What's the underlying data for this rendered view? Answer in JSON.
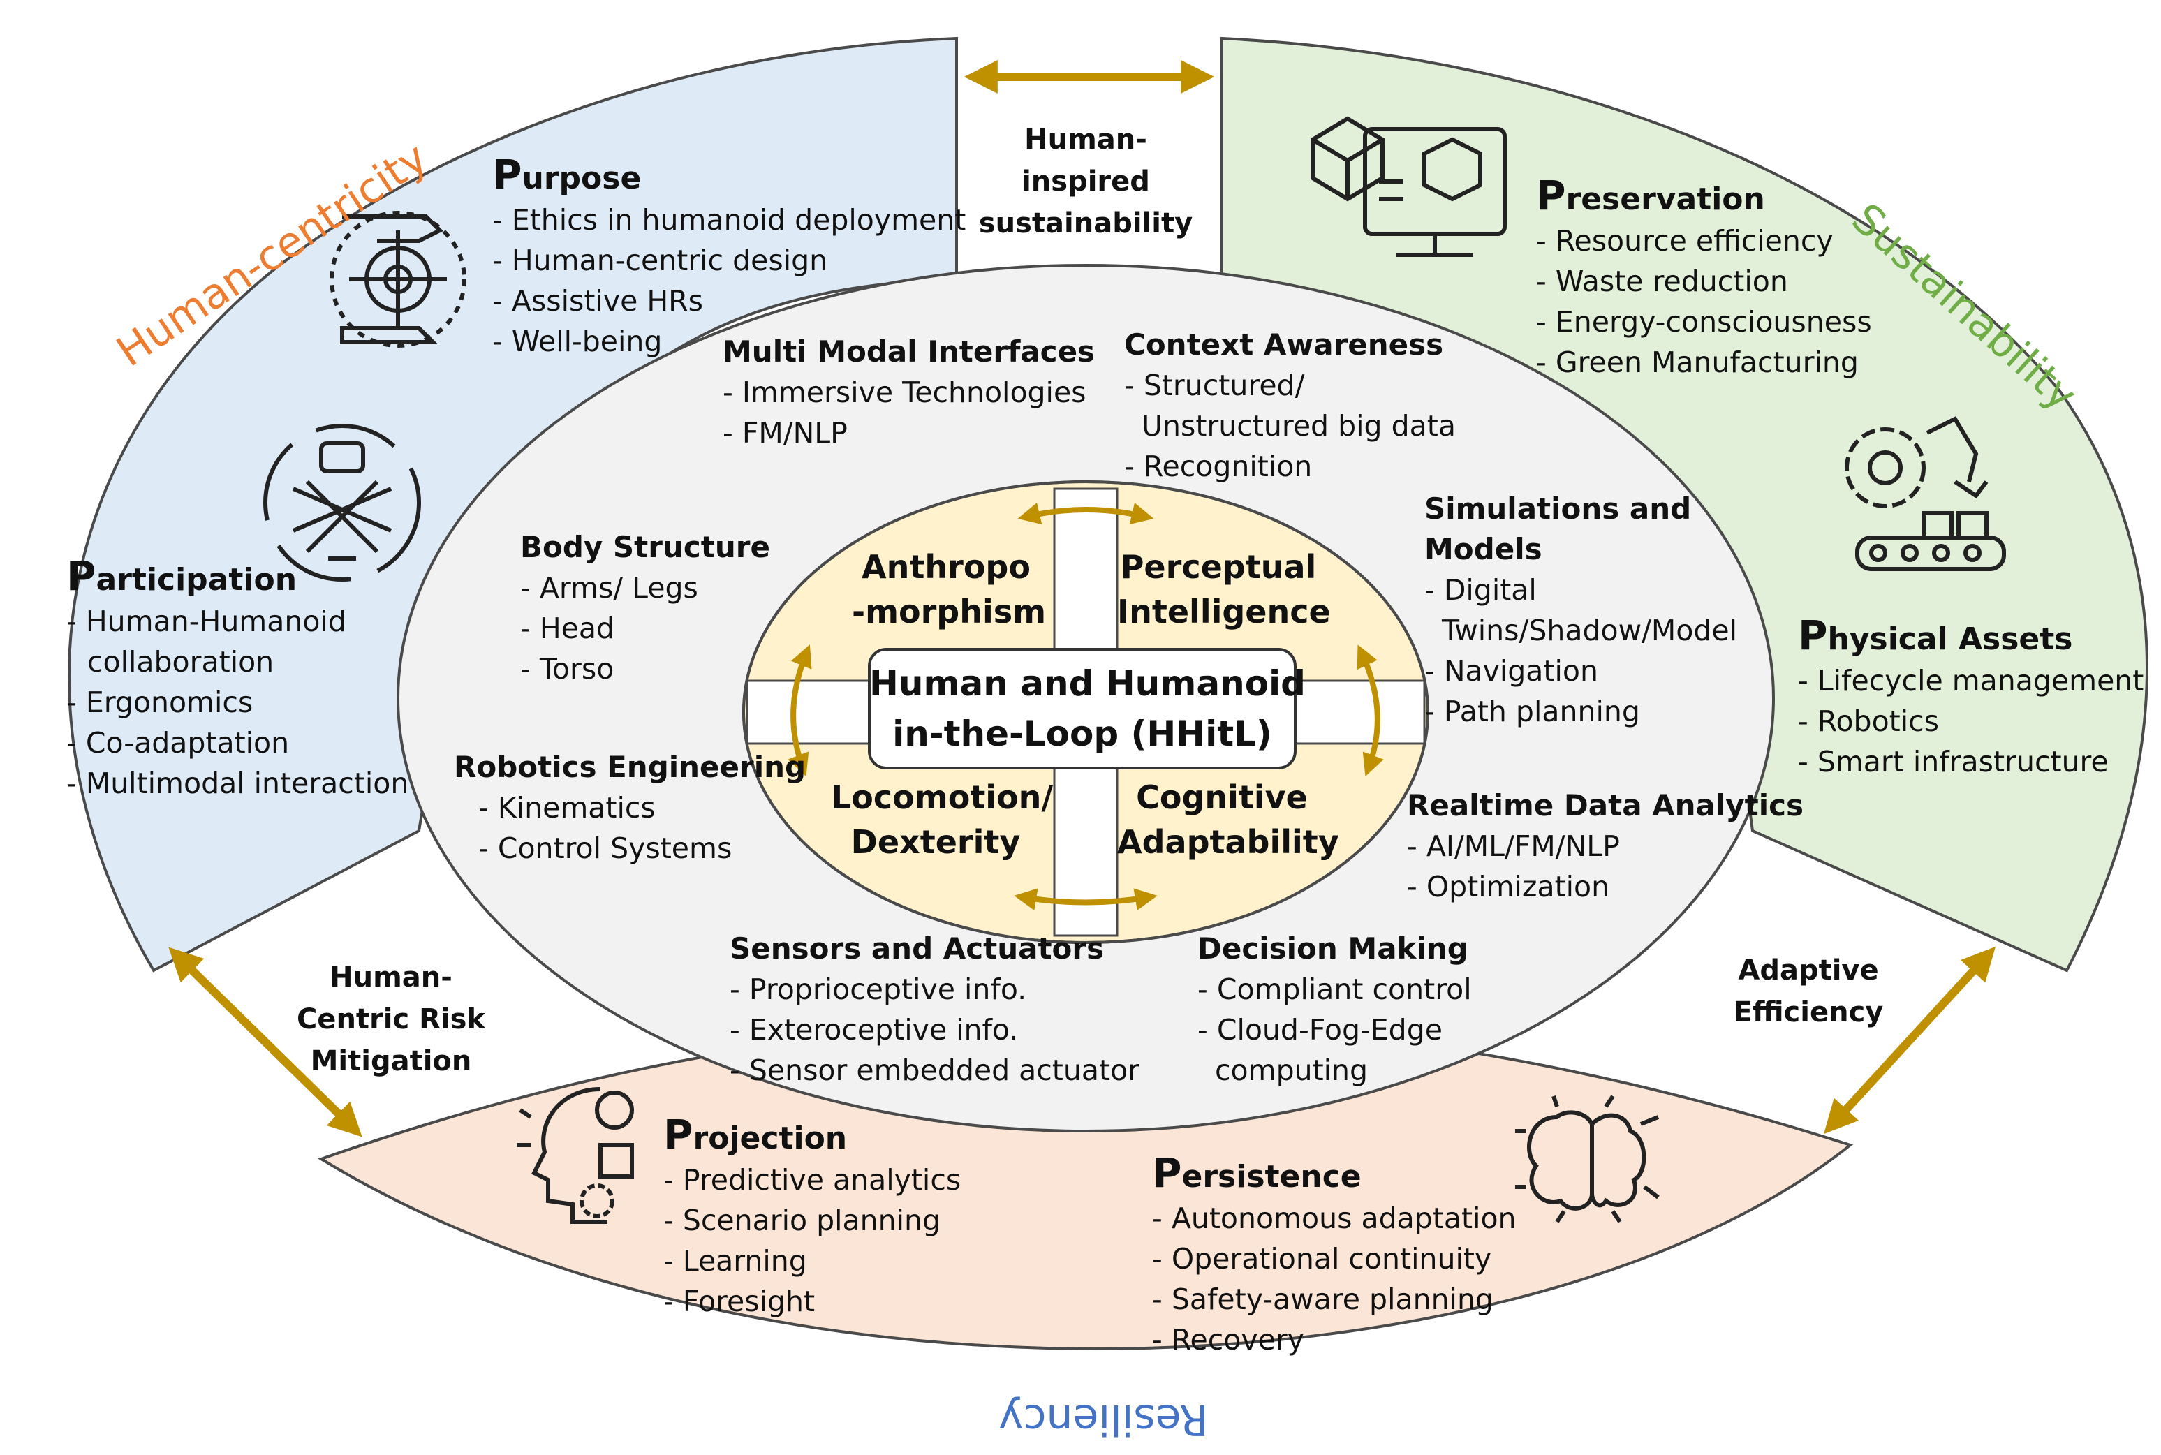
{
  "pillars": {
    "human_centricity": {
      "label": "Human-centricity",
      "color": "#ED7D31"
    },
    "sustainability": {
      "label": "Sustainability",
      "color": "#70AD47"
    },
    "resiliency": {
      "label": "Resiliency",
      "color": "#4472C4"
    }
  },
  "connectors": {
    "top": "Human-inspired sustainability",
    "left": "Human-Centric Risk Mitigation",
    "right": "Adaptive Efficiency"
  },
  "p_sections": {
    "purpose": {
      "initial": "P",
      "rest": "urpose",
      "items": [
        "- Ethics in humanoid deployment",
        "- Human-centric design",
        "- Assistive HRs",
        "- Well-being"
      ]
    },
    "participation": {
      "initial": "P",
      "rest": "articipation",
      "items": [
        "- Human-Humanoid",
        "collaboration",
        "- Ergonomics",
        "- Co-adaptation",
        "- Multimodal interaction"
      ]
    },
    "preservation": {
      "initial": "P",
      "rest": "reservation",
      "items": [
        "- Resource efficiency",
        "- Waste reduction",
        "- Energy-consciousness",
        "- Green Manufacturing"
      ]
    },
    "physical_assets": {
      "initial": "P",
      "rest": "hysical Assets",
      "items": [
        "- Lifecycle management",
        "- Robotics",
        "- Smart infrastructure"
      ]
    },
    "projection": {
      "initial": "P",
      "rest": "rojection",
      "items": [
        "- Predictive analytics",
        "- Scenario planning",
        "- Learning",
        "- Foresight"
      ]
    },
    "persistence": {
      "initial": "P",
      "rest": "ersistence",
      "items": [
        "- Autonomous adaptation",
        "- Operational continuity",
        "- Safety-aware planning",
        "- Recovery"
      ]
    }
  },
  "capabilities": {
    "multimodal": {
      "title": "Multi Modal Interfaces",
      "items": [
        "- Immersive Technologies",
        "- FM/NLP"
      ]
    },
    "context": {
      "title": "Context Awareness",
      "items": [
        "- Structured/",
        "Unstructured big data",
        "- Recognition"
      ]
    },
    "body": {
      "title": "Body Structure",
      "items": [
        "- Arms/ Legs",
        "- Head",
        "- Torso"
      ]
    },
    "simulations": {
      "title_lines": [
        "Simulations and",
        "Models"
      ],
      "items": [
        "- Digital",
        "Twins/Shadow/Model",
        "- Navigation",
        "- Path planning"
      ]
    },
    "robotics": {
      "title": "Robotics Engineering",
      "items": [
        "- Kinematics",
        "- Control Systems"
      ]
    },
    "realtime": {
      "title": "Realtime Data Analytics",
      "items": [
        "- AI/ML/FM/NLP",
        "- Optimization"
      ]
    },
    "sensors": {
      "title": "Sensors and Actuators",
      "items": [
        "- Proprioceptive info.",
        "- Exteroceptive info.",
        "- Sensor embedded actuator"
      ]
    },
    "decision": {
      "title": "Decision Making",
      "items": [
        "- Compliant control",
        "- Cloud-Fog-Edge",
        "computing"
      ]
    }
  },
  "core": {
    "title_lines": [
      "Human and Humanoid",
      "in-the-Loop (HHitL)"
    ],
    "anthropomorphism": [
      "Anthropo",
      "-morphism"
    ],
    "perceptual": [
      "Perceptual",
      "Intelligence"
    ],
    "locomotion": [
      "Locomotion/",
      "Dexterity"
    ],
    "cognitive": [
      "Cognitive",
      "Adaptability"
    ]
  },
  "icons": {
    "purpose": "target-hands-icon",
    "participation": "teamwork-hands-icon",
    "preservation": "computer-cube-icon",
    "physical_assets": "robot-arm-conveyor-icon",
    "projection": "head-gears-icon",
    "persistence": "brain-circuit-icon"
  },
  "colors": {
    "blue_fill": "#DEEBF7",
    "green_fill": "#E2F0D9",
    "orange_fill": "#FBE5D6",
    "grey_fill": "#F2F2F2",
    "yellow_fill": "#FFF2CC",
    "arrow": "#BF9000"
  }
}
